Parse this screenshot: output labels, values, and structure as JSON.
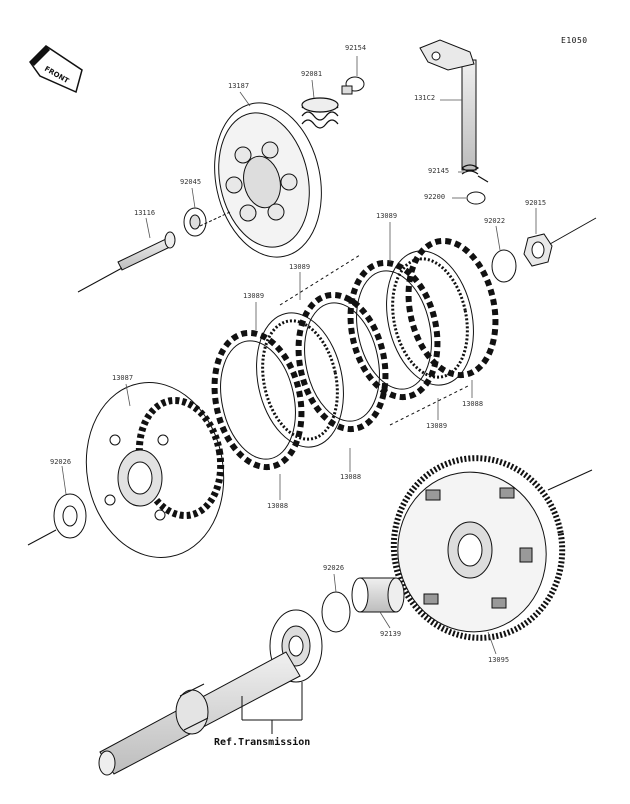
{
  "diagram_code": "E1050",
  "front_label": "FRONT",
  "ref_label": "Ref.Transmission",
  "parts": {
    "p92154": "92154",
    "p13187": "13187",
    "p92081": "92081",
    "p131c2": "131C2",
    "p92045": "92045",
    "p92145": "92145",
    "p92200": "92200",
    "p13116": "13116",
    "p13089a": "13089",
    "p13089b": "13089",
    "p13089c": "13089",
    "p13089d": "13089",
    "p92022": "92022",
    "p92015": "92015",
    "p13087": "13087",
    "p13088a": "13088",
    "p13088b": "13088",
    "p13088c": "13088",
    "p92026a": "92026",
    "p92026b": "92026",
    "p92139": "92139",
    "p13095": "13095"
  }
}
